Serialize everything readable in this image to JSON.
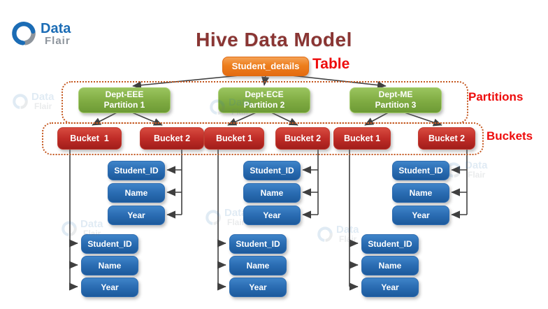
{
  "logo": {
    "name": "Data",
    "suffix": "Flair"
  },
  "title": "Hive Data Model",
  "table": {
    "name": "Student_details",
    "label": "Table"
  },
  "partitions": {
    "label": "Partitions",
    "items": [
      {
        "dept": "Dept-EEE",
        "partition": "Partition 1"
      },
      {
        "dept": "Dept-ECE",
        "partition": "Partition 2"
      },
      {
        "dept": "Dept-ME",
        "partition": "Partition 3"
      }
    ]
  },
  "buckets": {
    "label": "Buckets",
    "items": [
      "Bucket  1",
      "Bucket 2",
      "Bucket 1",
      "Bucket 2",
      "Bucket 1",
      "Bucket 2"
    ]
  },
  "columns": [
    "Student_ID",
    "Name",
    "Year"
  ],
  "watermark": {
    "line1": "Data",
    "line2": "Flair"
  },
  "colors": {
    "title": "#8a3533",
    "label_red": "#ee0c0c",
    "table_orange": "#e8740f",
    "partition_green": "#76a23c",
    "bucket_red": "#b32420",
    "column_blue": "#2268ae",
    "dotted_border": "#c4571f",
    "connector": "#3f3f3f",
    "logo_blue": "#1b6cb5",
    "logo_gray": "#8d949c"
  }
}
